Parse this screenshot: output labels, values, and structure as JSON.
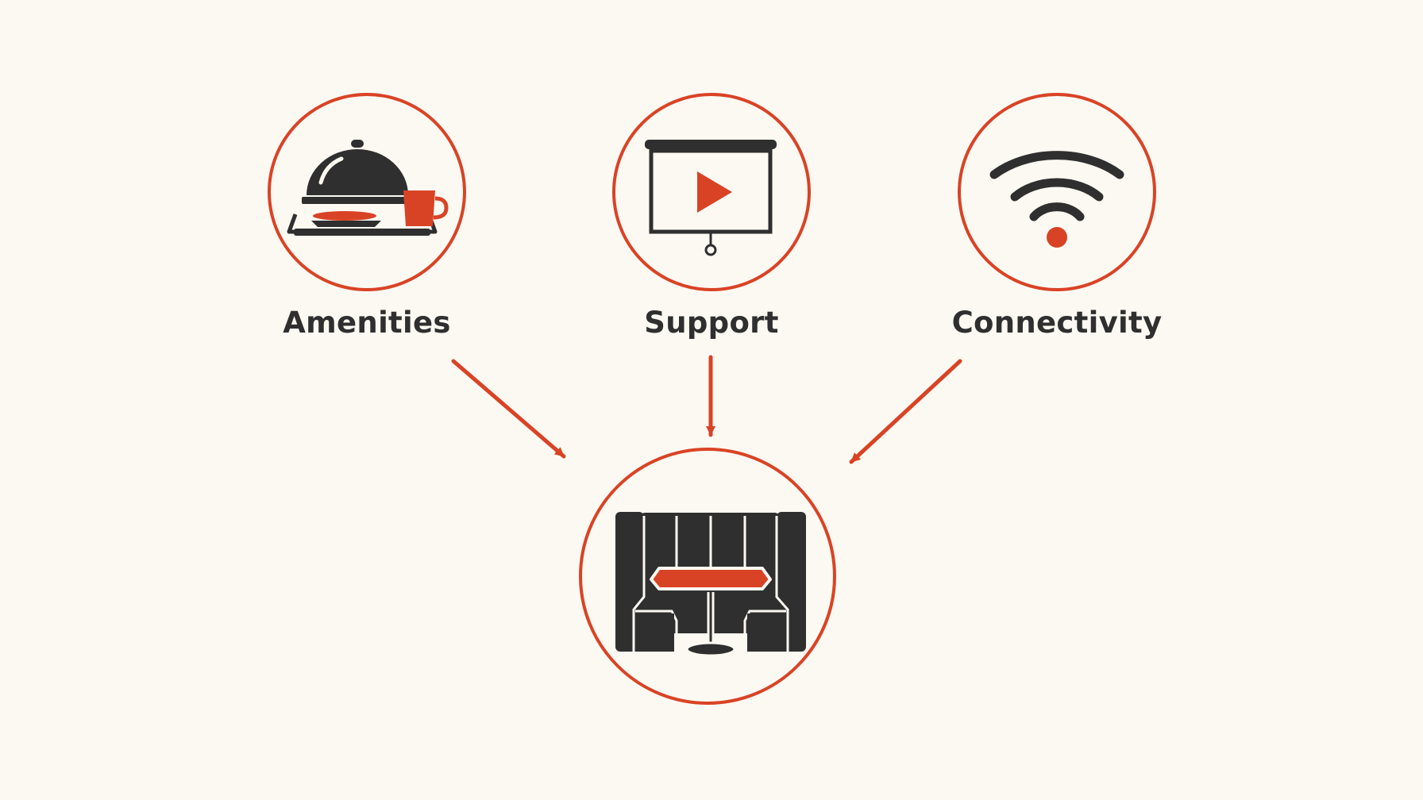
{
  "colors": {
    "background": "#fcf9f2",
    "accent": "#d94325",
    "ink": "#2f2f2f"
  },
  "nodes": [
    {
      "id": "amenities",
      "label": "Amenities",
      "icon": "serving-tray-cloche-icon"
    },
    {
      "id": "support",
      "label": "Support",
      "icon": "presentation-screen-play-icon"
    },
    {
      "id": "connectivity",
      "label": "Connectivity",
      "icon": "wifi-signal-icon"
    },
    {
      "id": "target",
      "label": "",
      "icon": "booth-seating-table-icon"
    }
  ]
}
